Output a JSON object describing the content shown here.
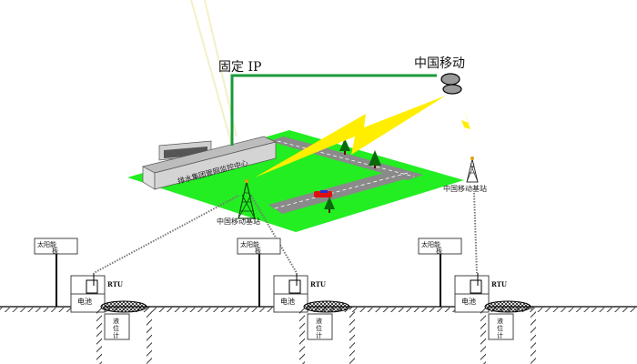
{
  "labels": {
    "fixed_ip": "固定 IP",
    "china_mobile": "中国移动",
    "control_center": "排水集团管网监控中心",
    "base_station_1": "中国移动基站",
    "base_station_2": "中国移动基站"
  },
  "station": {
    "solar_line1": "太阳能",
    "solar_line2": "板",
    "rtu": "RTU",
    "battery": "电池",
    "level_1": "液",
    "level_2": "位",
    "level_3": "计"
  },
  "colors": {
    "ground": "#22ee22",
    "link": "#1a9a3a",
    "bolt": "#ffee00",
    "road": "#888888"
  }
}
